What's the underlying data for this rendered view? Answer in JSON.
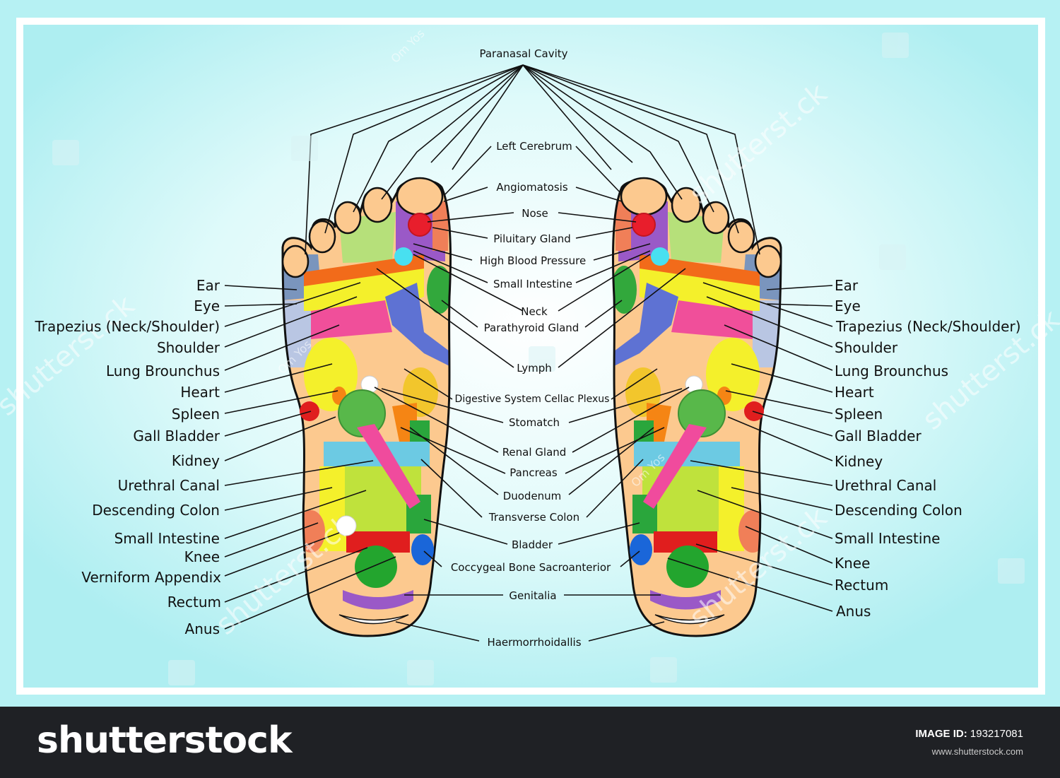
{
  "diagram": {
    "top_label": "Paranasal Cavity",
    "center_labels": [
      "Left Cerebrum",
      "Angiomatosis",
      "Nose",
      "Piluitary Gland",
      "High Blood Pressure",
      "Small Intestine",
      "Neck",
      "Parathyroid Gland",
      "Lymph",
      "Digestive System Cellac Plexus",
      "Stomatch",
      "Renal Gland",
      "Pancreas",
      "Duodenum",
      "Transverse Colon",
      "Bladder",
      "Coccygeal Bone Sacroanterior",
      "Genitalia",
      "Haermorrhoidallis"
    ],
    "left_labels": [
      "Ear",
      "Eye",
      "Trapezius (Neck/Shoulder)",
      "Shoulder",
      "Lung Brounchus",
      "Heart",
      "Spleen",
      "Gall Bladder",
      "Kidney",
      "Urethral Canal",
      "Descending Colon",
      "Small Intestine",
      "Knee",
      "Verniform Appendix",
      "Rectum",
      "Anus"
    ],
    "right_labels": [
      "Ear",
      "Eye",
      "Trapezius (Neck/Shoulder)",
      "Shoulder",
      "Lung Brounchus",
      "Heart",
      "Spleen",
      "Gall Bladder",
      "Kidney",
      "Urethral Canal",
      "Descending Colon",
      "Small Intestine",
      "Knee",
      "Rectum",
      "Anus"
    ],
    "watermark_marks": [
      "Om Yos",
      "shutterst.ck"
    ],
    "colors": {
      "background": "#b6f1f3",
      "frame": "#ffffff",
      "skin": "#fcc98f",
      "outline": "#111111"
    }
  },
  "footer": {
    "brand": "shutterstock",
    "image_id_label": "IMAGE ID:",
    "image_id_value": "193217081",
    "url": "www.shutterstock.com"
  }
}
